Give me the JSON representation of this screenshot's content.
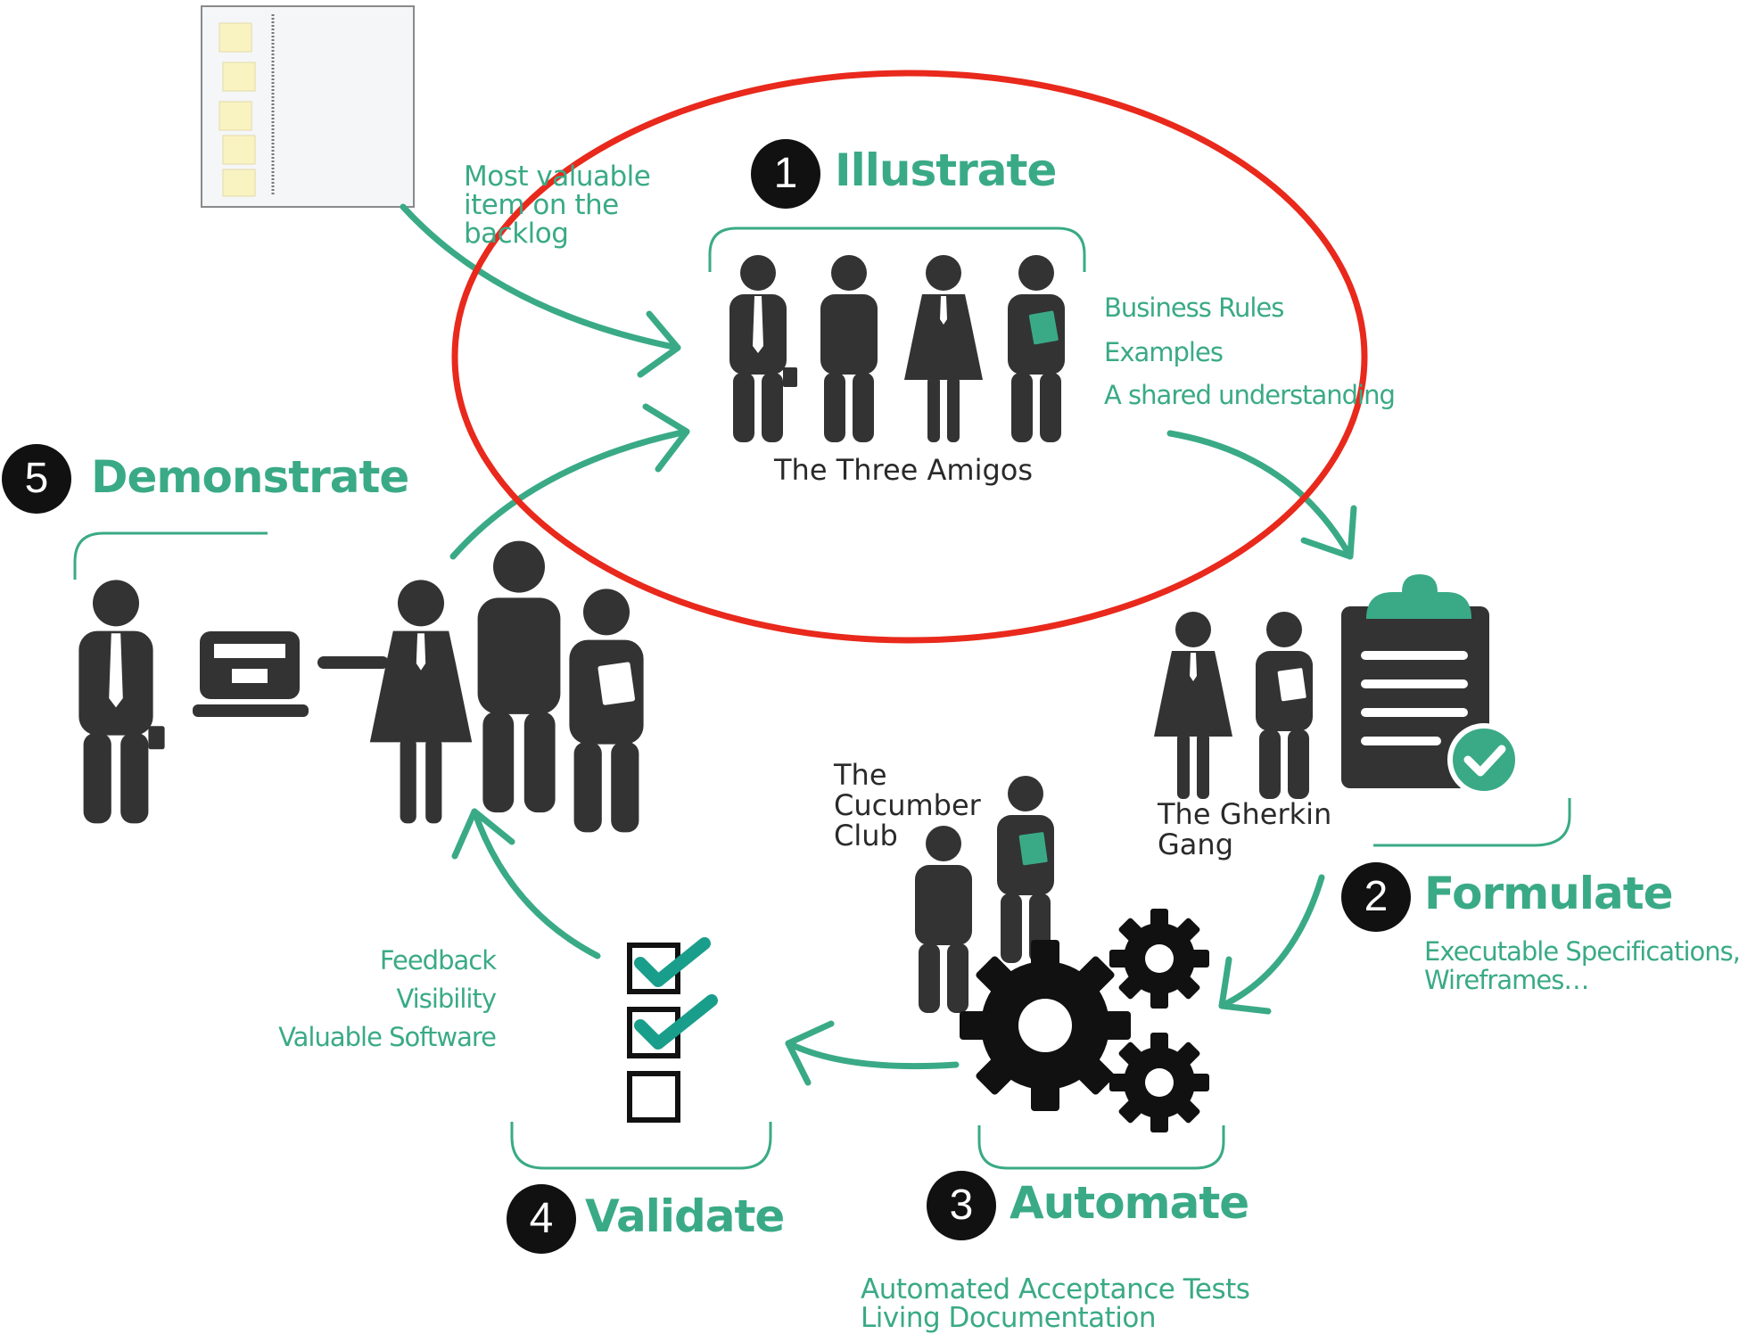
{
  "steps": [
    {
      "number": "1",
      "title": "Illustrate"
    },
    {
      "number": "2",
      "title": "Formulate"
    },
    {
      "number": "3",
      "title": "Automate"
    },
    {
      "number": "4",
      "title": "Validate"
    },
    {
      "number": "5",
      "title": "Demonstrate"
    }
  ],
  "backlog": {
    "line1": "Most valuable",
    "line2": "item on the",
    "line3": "backlog"
  },
  "illustrate": {
    "group_label": "The Three Amigos",
    "outcomes": [
      "Business Rules",
      "Examples",
      "A shared understanding"
    ]
  },
  "formulate": {
    "group_label": {
      "line1": "The Gherkin",
      "line2": "Gang"
    },
    "outputs": {
      "line1": "Executable Specifications,",
      "line2": "Wireframes…"
    }
  },
  "automate": {
    "group_label": {
      "line1": "The",
      "line2": "Cucumber",
      "line3": "Club"
    },
    "outputs": {
      "line1": "Automated Acceptance Tests",
      "line2": "Living Documentation"
    }
  },
  "validate": {
    "outcomes": [
      "Feedback",
      "Visibility",
      "Valuable Software"
    ]
  },
  "colors": {
    "accent": "#3aaa86",
    "figure": "#333333",
    "highlight_ring": "#e8291c",
    "number_badge": "#111111"
  },
  "icons": [
    "backlog-board-icon",
    "person-icon",
    "clipboard-check-icon",
    "gears-icon",
    "checklist-icon",
    "computer-icon"
  ]
}
